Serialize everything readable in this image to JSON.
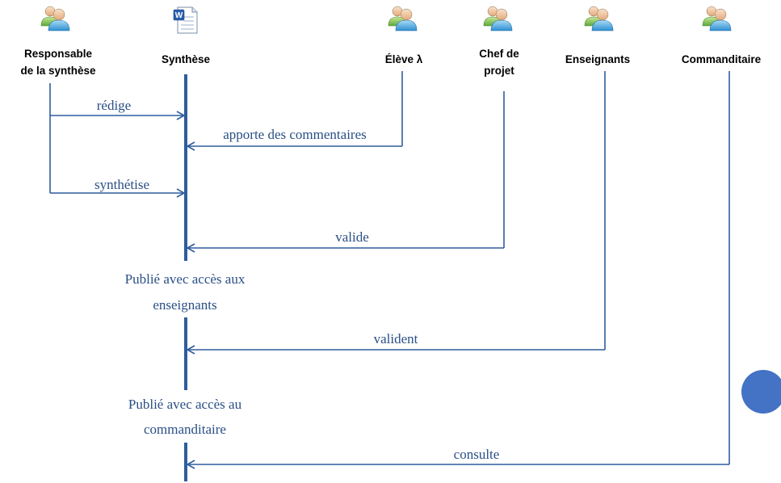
{
  "colors": {
    "line": "#2f5d9e",
    "text_blue": "#2a4f86",
    "accent_circle": "#4472c4",
    "person_front_skin": "#f2c9a2",
    "person_front_body": "#6fbde8",
    "person_back_body": "#9bcf6a"
  },
  "actors": [
    {
      "id": "responsable",
      "icon": "users-icon",
      "label_lines": [
        "Responsable",
        "de la synthèse"
      ]
    },
    {
      "id": "synthese",
      "icon": "word-document-icon",
      "label_lines": [
        "Synthèse"
      ]
    },
    {
      "id": "eleve",
      "icon": "users-icon",
      "label_lines": [
        "Élève λ"
      ]
    },
    {
      "id": "chef",
      "icon": "users-icon",
      "label_lines": [
        "Chef de",
        "projet"
      ]
    },
    {
      "id": "enseignants",
      "icon": "users-icon",
      "label_lines": [
        "Enseignants"
      ]
    },
    {
      "id": "commanditaire",
      "icon": "users-icon",
      "label_lines": [
        "Commanditaire"
      ]
    }
  ],
  "messages": [
    {
      "from": "responsable",
      "to": "synthese",
      "label": "rédige"
    },
    {
      "from": "eleve",
      "to": "synthese",
      "label": "apporte des commentaires"
    },
    {
      "from": "responsable",
      "to": "synthese",
      "label": "synthétise"
    },
    {
      "from": "chef",
      "to": "synthese",
      "label": "valide"
    },
    {
      "from": "enseignants",
      "to": "synthese",
      "label": "valident"
    },
    {
      "from": "commanditaire",
      "to": "synthese",
      "label": "consulte"
    }
  ],
  "states": [
    {
      "lines": [
        "Publié avec accès aux",
        "enseignants"
      ]
    },
    {
      "lines": [
        "Publié avec accès au",
        "commanditaire"
      ]
    }
  ]
}
